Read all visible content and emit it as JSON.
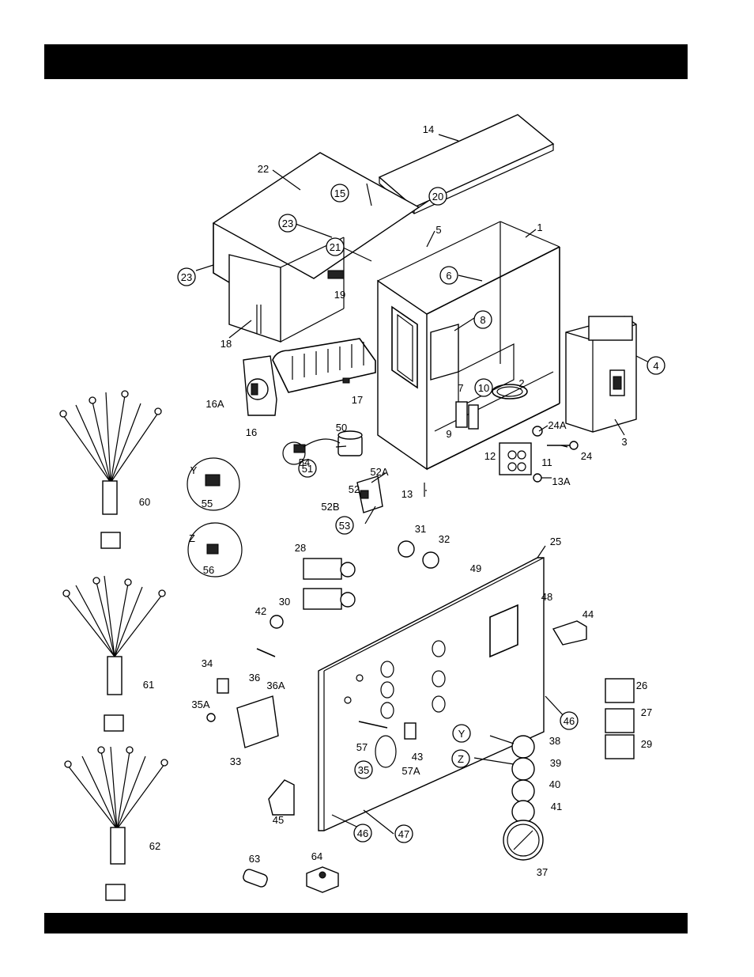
{
  "header": {
    "title": ""
  },
  "footer": {
    "text": ""
  },
  "callouts": [
    {
      "id": "c1",
      "text": "1",
      "circled": false
    },
    {
      "id": "c2",
      "text": "2",
      "circled": false
    },
    {
      "id": "c3",
      "text": "3",
      "circled": false
    },
    {
      "id": "c4",
      "text": "4",
      "circled": true
    },
    {
      "id": "c5",
      "text": "5",
      "circled": false
    },
    {
      "id": "c6",
      "text": "6",
      "circled": true
    },
    {
      "id": "c7",
      "text": "7",
      "circled": false
    },
    {
      "id": "c8",
      "text": "8",
      "circled": true
    },
    {
      "id": "c9",
      "text": "9",
      "circled": false
    },
    {
      "id": "c10",
      "text": "10",
      "circled": true
    },
    {
      "id": "c11",
      "text": "11",
      "circled": false
    },
    {
      "id": "c12",
      "text": "12",
      "circled": false
    },
    {
      "id": "c13",
      "text": "13",
      "circled": false
    },
    {
      "id": "c13a",
      "text": "13A",
      "circled": false
    },
    {
      "id": "c14",
      "text": "14",
      "circled": false
    },
    {
      "id": "c15",
      "text": "15",
      "circled": true
    },
    {
      "id": "c16",
      "text": "16",
      "circled": false
    },
    {
      "id": "c16a",
      "text": "16A",
      "circled": false
    },
    {
      "id": "c17",
      "text": "17",
      "circled": false
    },
    {
      "id": "c18",
      "text": "18",
      "circled": false
    },
    {
      "id": "c19",
      "text": "19",
      "circled": false
    },
    {
      "id": "c20",
      "text": "20",
      "circled": true
    },
    {
      "id": "c21",
      "text": "21",
      "circled": true
    },
    {
      "id": "c22",
      "text": "22",
      "circled": false
    },
    {
      "id": "c23a",
      "text": "23",
      "circled": true
    },
    {
      "id": "c23b",
      "text": "23",
      "circled": true
    },
    {
      "id": "c24",
      "text": "24",
      "circled": false
    },
    {
      "id": "c24a",
      "text": "24A",
      "circled": false
    },
    {
      "id": "c25",
      "text": "25",
      "circled": false
    },
    {
      "id": "c26",
      "text": "26",
      "circled": false
    },
    {
      "id": "c27",
      "text": "27",
      "circled": false
    },
    {
      "id": "c28",
      "text": "28",
      "circled": false
    },
    {
      "id": "c29",
      "text": "29",
      "circled": false
    },
    {
      "id": "c30",
      "text": "30",
      "circled": false
    },
    {
      "id": "c31",
      "text": "31",
      "circled": false
    },
    {
      "id": "c32",
      "text": "32",
      "circled": false
    },
    {
      "id": "c33",
      "text": "33",
      "circled": false
    },
    {
      "id": "c34",
      "text": "34",
      "circled": false
    },
    {
      "id": "c35",
      "text": "35",
      "circled": true
    },
    {
      "id": "c35a",
      "text": "35A",
      "circled": false
    },
    {
      "id": "c36",
      "text": "36",
      "circled": false
    },
    {
      "id": "c36a",
      "text": "36A",
      "circled": false
    },
    {
      "id": "c37",
      "text": "37",
      "circled": false
    },
    {
      "id": "c38",
      "text": "38",
      "circled": false
    },
    {
      "id": "c39",
      "text": "39",
      "circled": false
    },
    {
      "id": "c40",
      "text": "40",
      "circled": false
    },
    {
      "id": "c41",
      "text": "41",
      "circled": false
    },
    {
      "id": "c42",
      "text": "42",
      "circled": false
    },
    {
      "id": "c43",
      "text": "43",
      "circled": false
    },
    {
      "id": "c44",
      "text": "44",
      "circled": false
    },
    {
      "id": "c45",
      "text": "45",
      "circled": false
    },
    {
      "id": "c46a",
      "text": "46",
      "circled": true
    },
    {
      "id": "c46b",
      "text": "46",
      "circled": true
    },
    {
      "id": "c47",
      "text": "47",
      "circled": true
    },
    {
      "id": "c48",
      "text": "48",
      "circled": false
    },
    {
      "id": "c49",
      "text": "49",
      "circled": false
    },
    {
      "id": "c50",
      "text": "50",
      "circled": false
    },
    {
      "id": "c51",
      "text": "51",
      "circled": true
    },
    {
      "id": "c52",
      "text": "52",
      "circled": false
    },
    {
      "id": "c52a",
      "text": "52A",
      "circled": false
    },
    {
      "id": "c52b",
      "text": "52B",
      "circled": false
    },
    {
      "id": "c53",
      "text": "53",
      "circled": true
    },
    {
      "id": "c54",
      "text": "54",
      "circled": false
    },
    {
      "id": "c55",
      "text": "55",
      "circled": false
    },
    {
      "id": "c56",
      "text": "56",
      "circled": false
    },
    {
      "id": "c57",
      "text": "57",
      "circled": false
    },
    {
      "id": "c57a",
      "text": "57A",
      "circled": false
    },
    {
      "id": "c60",
      "text": "60",
      "circled": false
    },
    {
      "id": "c61",
      "text": "61",
      "circled": false
    },
    {
      "id": "c62",
      "text": "62",
      "circled": false
    },
    {
      "id": "c63",
      "text": "63",
      "circled": false
    },
    {
      "id": "c64",
      "text": "64",
      "circled": false
    },
    {
      "id": "cy1",
      "text": "Y",
      "circled": false
    },
    {
      "id": "cz1",
      "text": "Z",
      "circled": false
    },
    {
      "id": "cy2",
      "text": "Y",
      "circled": true
    },
    {
      "id": "cz2",
      "text": "Z",
      "circled": true
    }
  ]
}
